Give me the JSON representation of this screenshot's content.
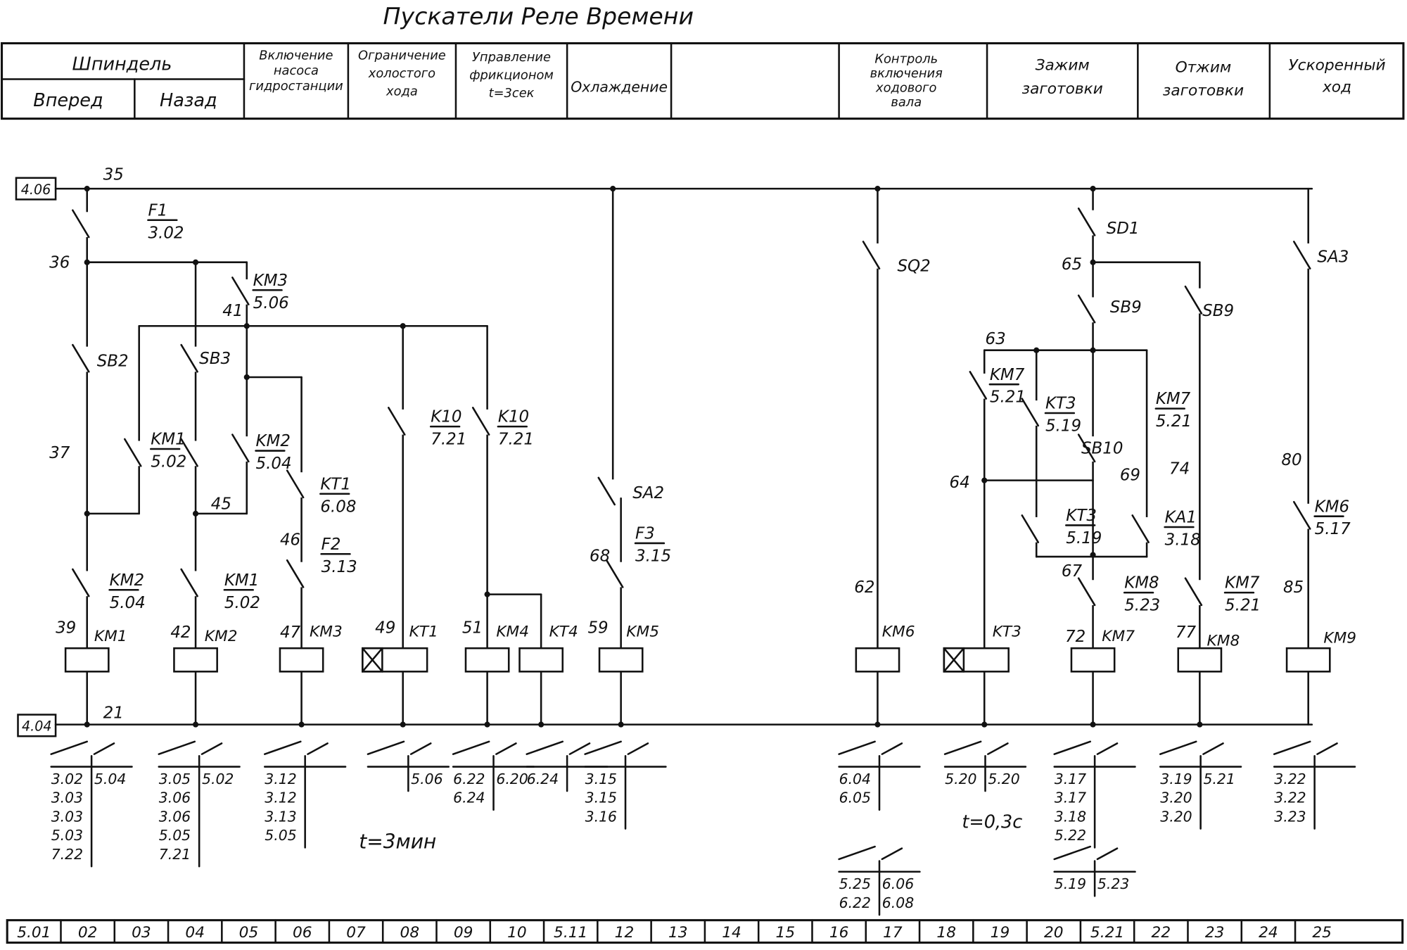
{
  "title": "Пускатели Реле Времени",
  "header": {
    "spindle": "Шпиндель",
    "forward": "Вперед",
    "backward": "Назад",
    "pump": "Включение насоса гидростанции",
    "idle_limit": "Ограничение холостого хода",
    "friction": "Управление фрикционом t=3сек",
    "cooling": "Охлаждение",
    "empty": "",
    "shaft_control": "Контроль включения ходового вала",
    "clamp": "Зажим заготовки",
    "unclamp": "Отжим заготовки",
    "rapid": "Ускоренный ход"
  },
  "bus": {
    "top": "4.06",
    "bottom": "4.04"
  },
  "nodes": [
    "35",
    "36",
    "37",
    "39",
    "21",
    "41",
    "45",
    "46",
    "47",
    "42",
    "49",
    "51",
    "59",
    "68",
    "62",
    "63",
    "64",
    "65",
    "67",
    "69",
    "74",
    "80",
    "85",
    "72",
    "77"
  ],
  "components": {
    "F1": [
      "F1",
      "3.02"
    ],
    "KM3c": [
      "KM3",
      "5.06"
    ],
    "SB2": "SB2",
    "SB3": "SB3",
    "KM1c": [
      "KM1",
      "5.02"
    ],
    "KM2c": [
      "KM2",
      "5.04"
    ],
    "KT1c": [
      "KT1",
      "6.08"
    ],
    "F2": [
      "F2",
      "3.13"
    ],
    "K10a": [
      "K10",
      "7.21"
    ],
    "K10b": [
      "K10",
      "7.21"
    ],
    "SA2": "SA2",
    "F3": [
      "F3",
      "3.15"
    ],
    "KM2c2": [
      "KM2",
      "5.04"
    ],
    "KM1c2": [
      "KM1",
      "5.02"
    ],
    "SQ2": "SQ2",
    "SD1": "SD1",
    "SA3": "SA3",
    "SB9a": "SB9",
    "SB9b": "SB9",
    "KM7a": [
      "KM7",
      "5.21"
    ],
    "KT3a": [
      "KT3",
      "5.19"
    ],
    "KM7b": [
      "KM7",
      "5.21"
    ],
    "SB10": "SB10",
    "KT3b": [
      "KT3",
      "5.19"
    ],
    "KA1": [
      "KA1",
      "3.18"
    ],
    "KM8c": [
      "KM8",
      "5.23"
    ],
    "KM7c": [
      "KM7",
      "5.21"
    ],
    "KM6c": [
      "KM6",
      "5.17"
    ]
  },
  "coils": [
    "KM1",
    "KM2",
    "KM3",
    "KT1",
    "KM4",
    "KT4",
    "KM5",
    "KM6",
    "KT3",
    "KM7",
    "KM8",
    "KM9"
  ],
  "xref": {
    "km1": {
      "no": [
        "3.02",
        "3.03",
        "3.03",
        "5.03",
        "7.22"
      ],
      "nc": [
        "5.04"
      ]
    },
    "km2": {
      "no": [
        "3.05",
        "3.06",
        "3.06",
        "5.05",
        "7.21"
      ],
      "nc": [
        "5.02"
      ]
    },
    "km3": {
      "no": [
        "3.12",
        "3.12",
        "3.13",
        "5.05"
      ],
      "nc": []
    },
    "kt1": {
      "no": [],
      "nc": [
        "5.06"
      ]
    },
    "km4": {
      "no": [
        "6.22",
        "6.24"
      ],
      "nc": [
        "6.20"
      ]
    },
    "kt4": {
      "no": [
        "6.24"
      ],
      "nc": []
    },
    "km5": {
      "no": [
        "3.15",
        "3.15",
        "3.16"
      ],
      "nc": []
    },
    "km6": {
      "no": [
        "6.04",
        "6.05"
      ],
      "nc": [],
      "no2": [
        "5.25",
        "6.22"
      ],
      "nc2": [
        "6.06",
        "6.08"
      ]
    },
    "kt3": {
      "no": [
        "5.20"
      ],
      "nc": [
        "5.20"
      ]
    },
    "km7": {
      "no": [
        "3.17",
        "3.17",
        "3.18",
        "5.22"
      ],
      "nc": [],
      "no2": [
        "5.19"
      ],
      "nc2": [
        "5.23"
      ]
    },
    "km8": {
      "no": [
        "3.19",
        "3.20",
        "3.20"
      ],
      "nc": [
        "5.21"
      ]
    },
    "km9": {
      "no": [
        "3.22",
        "3.22",
        "3.23"
      ],
      "nc": []
    }
  },
  "notes": {
    "t_min": "t=3мин",
    "t_sec": "t=0,3с"
  },
  "strip": [
    "5.01",
    "02",
    "03",
    "04",
    "05",
    "06",
    "07",
    "08",
    "09",
    "10",
    "5.11",
    "12",
    "13",
    "14",
    "15",
    "16",
    "17",
    "18",
    "19",
    "20",
    "5.21",
    "22",
    "23",
    "24",
    "25"
  ]
}
